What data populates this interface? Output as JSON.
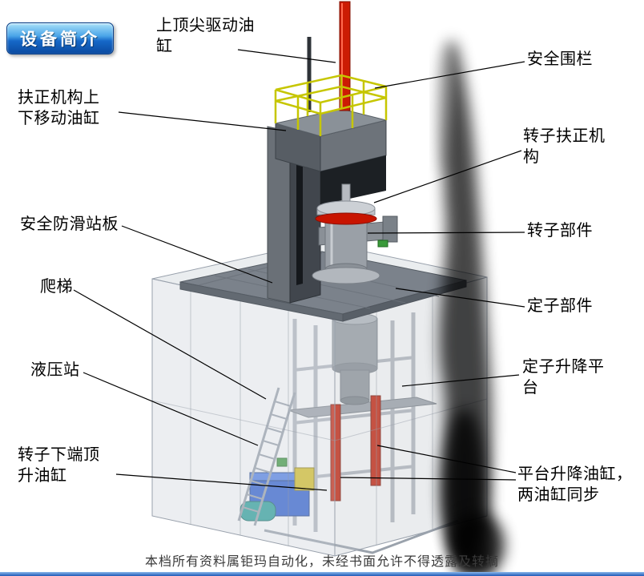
{
  "badge": {
    "label": "设备简介"
  },
  "labels": {
    "top_center_cylinder": "上顶尖驱动油\n缸",
    "safety_fence": "安全围栏",
    "centering_move_cylinder": "扶正机构上\n下移动油缸",
    "rotor_centering_mech": "转子扶正机\n构",
    "anti_slip_platform": "安全防滑站板",
    "rotor_part": "转子部件",
    "ladder": "爬梯",
    "stator_part": "定子部件",
    "hydraulic_station": "液压站",
    "stator_lift_platform": "定子升降平\n台",
    "rotor_bottom_cylinder": "转子下端顶\n升油缸",
    "platform_lift_cylinders": "平台升降油缸，\n两油缸同步"
  },
  "footer": {
    "watermark": "本档所有资料属钜玛自动化，未经书面允许不得透露及转摘"
  },
  "colors": {
    "badge_blue": "#1668c8",
    "ram_red": "#c81a00",
    "fence_yellow": "#c6c600",
    "hydraulic_blue": "#2a5cd0"
  }
}
